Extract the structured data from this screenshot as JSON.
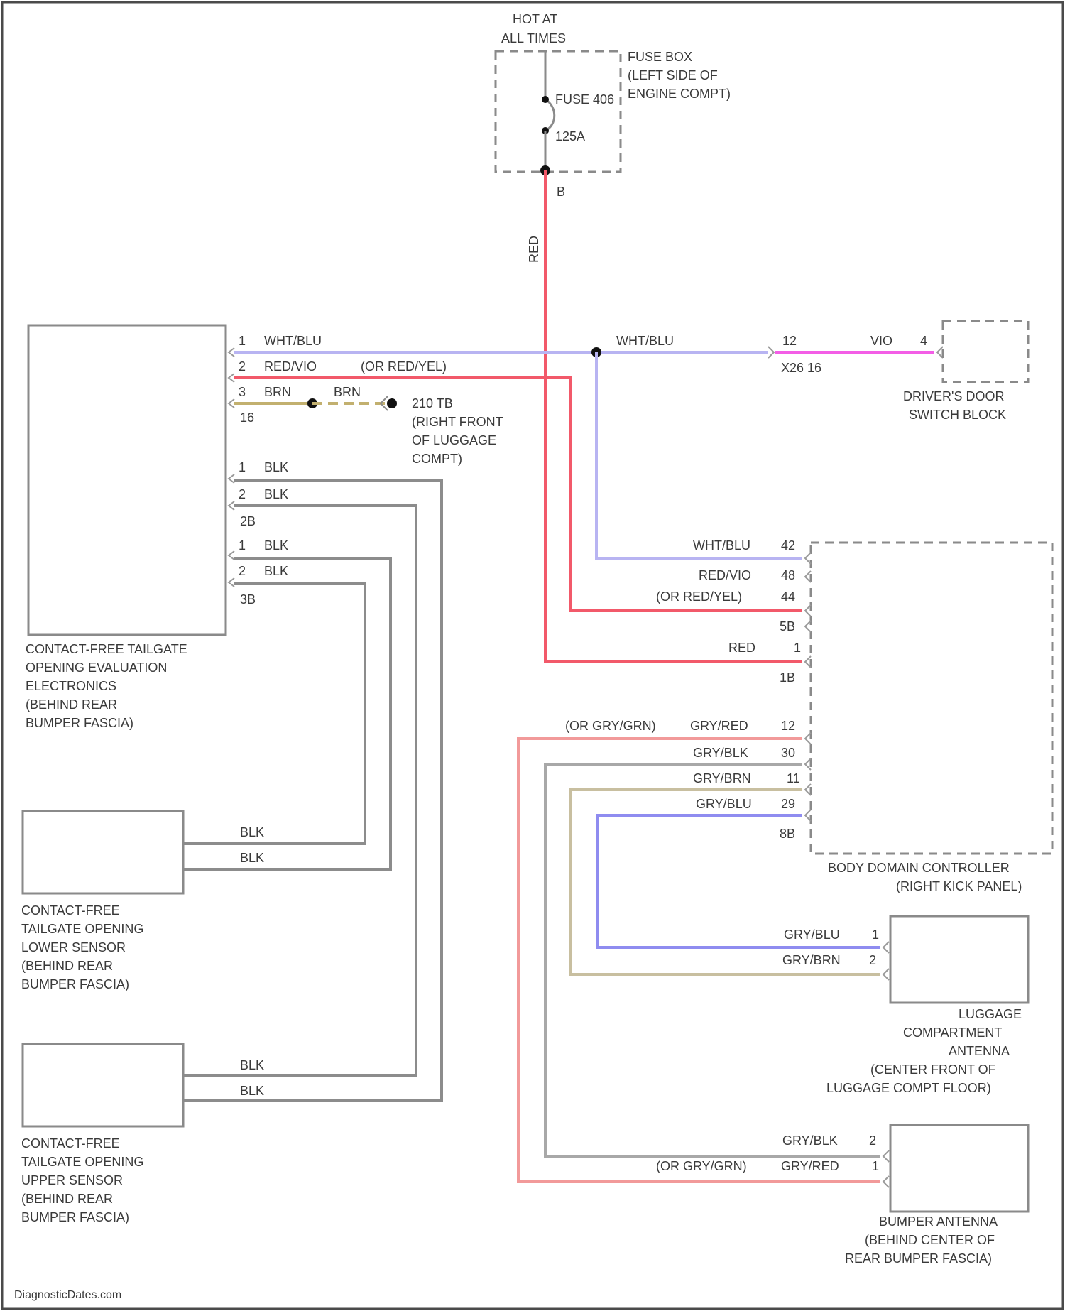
{
  "colors": {
    "red": "#f2596a",
    "white_blue": "#b8b4f2",
    "violet": "#f35ee6",
    "brown": "#c2b06f",
    "black": "#8c8c8c",
    "gray_red": "#f29a9a",
    "gray_black": "#a8a8a8",
    "gray_brown": "#c8bfa0",
    "gray_blue": "#8f8cf0",
    "frame": "#8a8a8a"
  },
  "power": {
    "hot_line1": "HOT AT",
    "hot_line2": "ALL TIMES",
    "fusebox_line1": "FUSE BOX",
    "fusebox_line2": "(LEFT SIDE OF",
    "fusebox_line3": "ENGINE COMPT)",
    "fuse_label": "FUSE 406",
    "fuse_rating": "125A",
    "output_pin": "B",
    "feed_wire": "RED"
  },
  "evaluation_module": {
    "line1": "CONTACT-FREE TAILGATE",
    "line2": "OPENING EVALUATION",
    "line3": "ELECTRONICS",
    "line4": "(BEHIND REAR",
    "line5": "BUMPER FASCIA)",
    "pins": {
      "p1": "1",
      "p1_wire": "WHT/BLU",
      "p2": "2",
      "p2_wire": "RED/VIO",
      "p2_alt": "(OR RED/YEL)",
      "p3": "3",
      "p3_wire": "BRN",
      "conn_a": "16",
      "b1": "1",
      "b1_wire": "BLK",
      "b2": "2",
      "b2_wire": "BLK",
      "conn_b": "2B",
      "c1": "1",
      "c1_wire": "BLK",
      "c2": "2",
      "c2_wire": "BLK",
      "conn_c": "3B"
    }
  },
  "ground": {
    "brn_wire": "BRN",
    "line1": "210 TB",
    "line2": "(RIGHT FRONT",
    "line3": "OF LUGGAGE",
    "line4": "COMPT)"
  },
  "splice_wire": "WHT/BLU",
  "driver_door": {
    "pin_in": "12",
    "conn": "X26 16",
    "wire": "VIO",
    "pin": "4",
    "line1": "DRIVER'S DOOR",
    "line2": "SWITCH BLOCK"
  },
  "bdc": {
    "line1": "BODY DOMAIN CONTROLLER",
    "line2": "(RIGHT KICK PANEL)",
    "pins": [
      {
        "pin": "42",
        "wire": "WHT/BLU",
        "alt": ""
      },
      {
        "pin": "48",
        "wire": "RED/VIO",
        "alt": ""
      },
      {
        "pin": "44",
        "wire": "(OR RED/YEL)",
        "alt": ""
      },
      {
        "pin": "5B",
        "wire": "",
        "alt": ""
      },
      {
        "pin": "1",
        "wire": "RED",
        "alt": ""
      },
      {
        "pin": "1B",
        "wire": "",
        "alt": ""
      },
      {
        "pin": "12",
        "wire": "GRY/RED",
        "alt": "(OR GRY/GRN)"
      },
      {
        "pin": "30",
        "wire": "GRY/BLK",
        "alt": ""
      },
      {
        "pin": "11",
        "wire": "GRY/BRN",
        "alt": ""
      },
      {
        "pin": "29",
        "wire": "GRY/BLU",
        "alt": ""
      },
      {
        "pin": "8B",
        "wire": "",
        "alt": ""
      }
    ]
  },
  "lower_sensor": {
    "wire1": "BLK",
    "wire2": "BLK",
    "line1": "CONTACT-FREE",
    "line2": "TAILGATE OPENING",
    "line3": "LOWER SENSOR",
    "line4": "(BEHIND REAR",
    "line5": "BUMPER FASCIA)"
  },
  "upper_sensor": {
    "wire1": "BLK",
    "wire2": "BLK",
    "line1": "CONTACT-FREE",
    "line2": "TAILGATE OPENING",
    "line3": "UPPER SENSOR",
    "line4": "(BEHIND REAR",
    "line5": "BUMPER FASCIA)"
  },
  "luggage_antenna": {
    "w1": "GRY/BLU",
    "p1": "1",
    "w2": "GRY/BRN",
    "p2": "2",
    "line1": "LUGGAGE",
    "line2": "COMPARTMENT",
    "line3": "ANTENNA",
    "line4": "(CENTER FRONT OF",
    "line5": "LUGGAGE COMPT FLOOR)"
  },
  "bumper_antenna": {
    "w1": "GRY/BLK",
    "p1": "2",
    "w2": "GRY/RED",
    "w2_alt": "(OR GRY/GRN)",
    "p2": "1",
    "line1": "BUMPER ANTENNA",
    "line2": "(BEHIND CENTER OF",
    "line3": "REAR BUMPER FASCIA)"
  },
  "footer": "DiagnosticDates.com"
}
